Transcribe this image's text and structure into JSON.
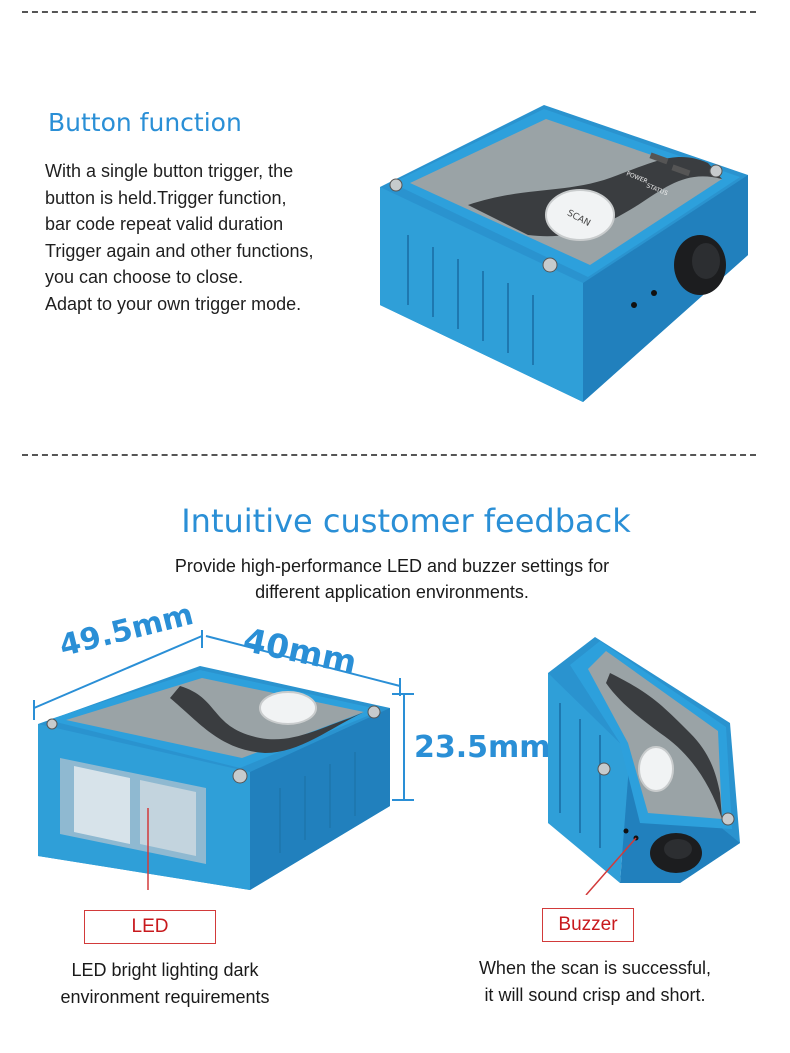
{
  "section1": {
    "title": "Button function",
    "lines": [
      "With a single button trigger, the",
      "button is held.Trigger function,",
      "bar code repeat valid duration",
      "Trigger again and other functions,",
      "you can choose to close.",
      "Adapt to your own trigger mode."
    ],
    "device": {
      "scan_label": "SCAN",
      "power_label": "POWER",
      "status_label": "STATUS"
    }
  },
  "section2": {
    "title": "Intuitive customer feedback",
    "subtitle_lines": [
      "Provide high-performance LED and buzzer settings for",
      "different application environments."
    ],
    "dimensions": {
      "width": "49.5mm",
      "depth": "40mm",
      "height": "23.5mm"
    },
    "led": {
      "label": "LED",
      "caption_lines": [
        "LED bright lighting dark",
        "environment requirements"
      ]
    },
    "buzzer": {
      "label": "Buzzer",
      "caption_lines": [
        "When the scan is successful,",
        "it will sound crisp and short."
      ]
    }
  },
  "colors": {
    "accent": "#2a8fd6",
    "device_blue": "#2f9fd8",
    "label_red": "#c8191d"
  }
}
